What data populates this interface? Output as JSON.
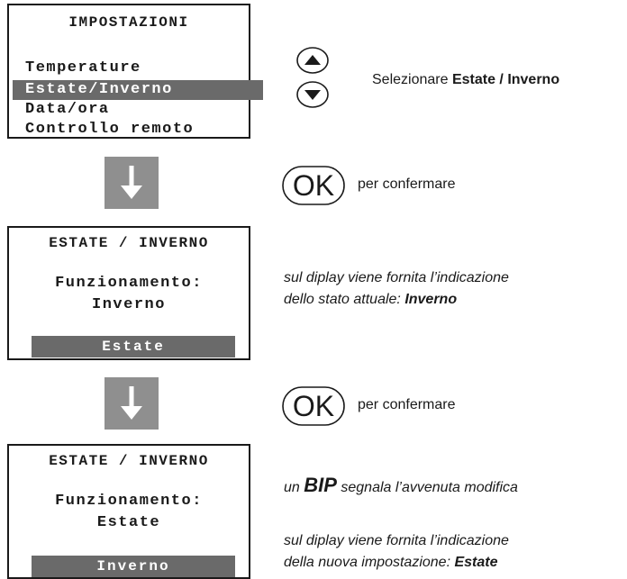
{
  "menu": {
    "title": "IMPOSTAZIONI",
    "items": [
      "Temperature",
      "Estate/Inverno",
      "Data/ora",
      "Controllo remoto"
    ],
    "selected_index": 1
  },
  "screen2": {
    "title": "ESTATE / INVERNO",
    "label": "Funzionamento:",
    "value": "Inverno",
    "option": "Estate"
  },
  "screen3": {
    "title": "ESTATE / INVERNO",
    "label": "Funzionamento:",
    "value": "Estate",
    "option": "Inverno"
  },
  "instructions": {
    "step1_pre": "Selezionare ",
    "step1_bold": "Estate / Inverno",
    "ok_label": "OK",
    "confirm": "per confermare",
    "confirm2": "per confermare",
    "info1_line1": "sul diplay viene fornita l’indicazione",
    "info1_line2_pre": "dello stato attuale: ",
    "info1_line2_bold": "Inverno",
    "bip_pre": "un ",
    "bip_bold": "BIP",
    "bip_post": " segnala l’avvenuta modifica",
    "info2_line1": "sul diplay viene fornita l’indicazione",
    "info2_line2_pre": "della nuova impostazione: ",
    "info2_line2_bold": "Estate"
  },
  "icons": {
    "up": "up-arrow-key-icon",
    "down": "down-arrow-key-icon",
    "ok": "ok-key-icon",
    "flow": "down-arrow-icon"
  },
  "colors": {
    "highlight": "#6a6a6a",
    "arrow": "#8f8f8f"
  }
}
